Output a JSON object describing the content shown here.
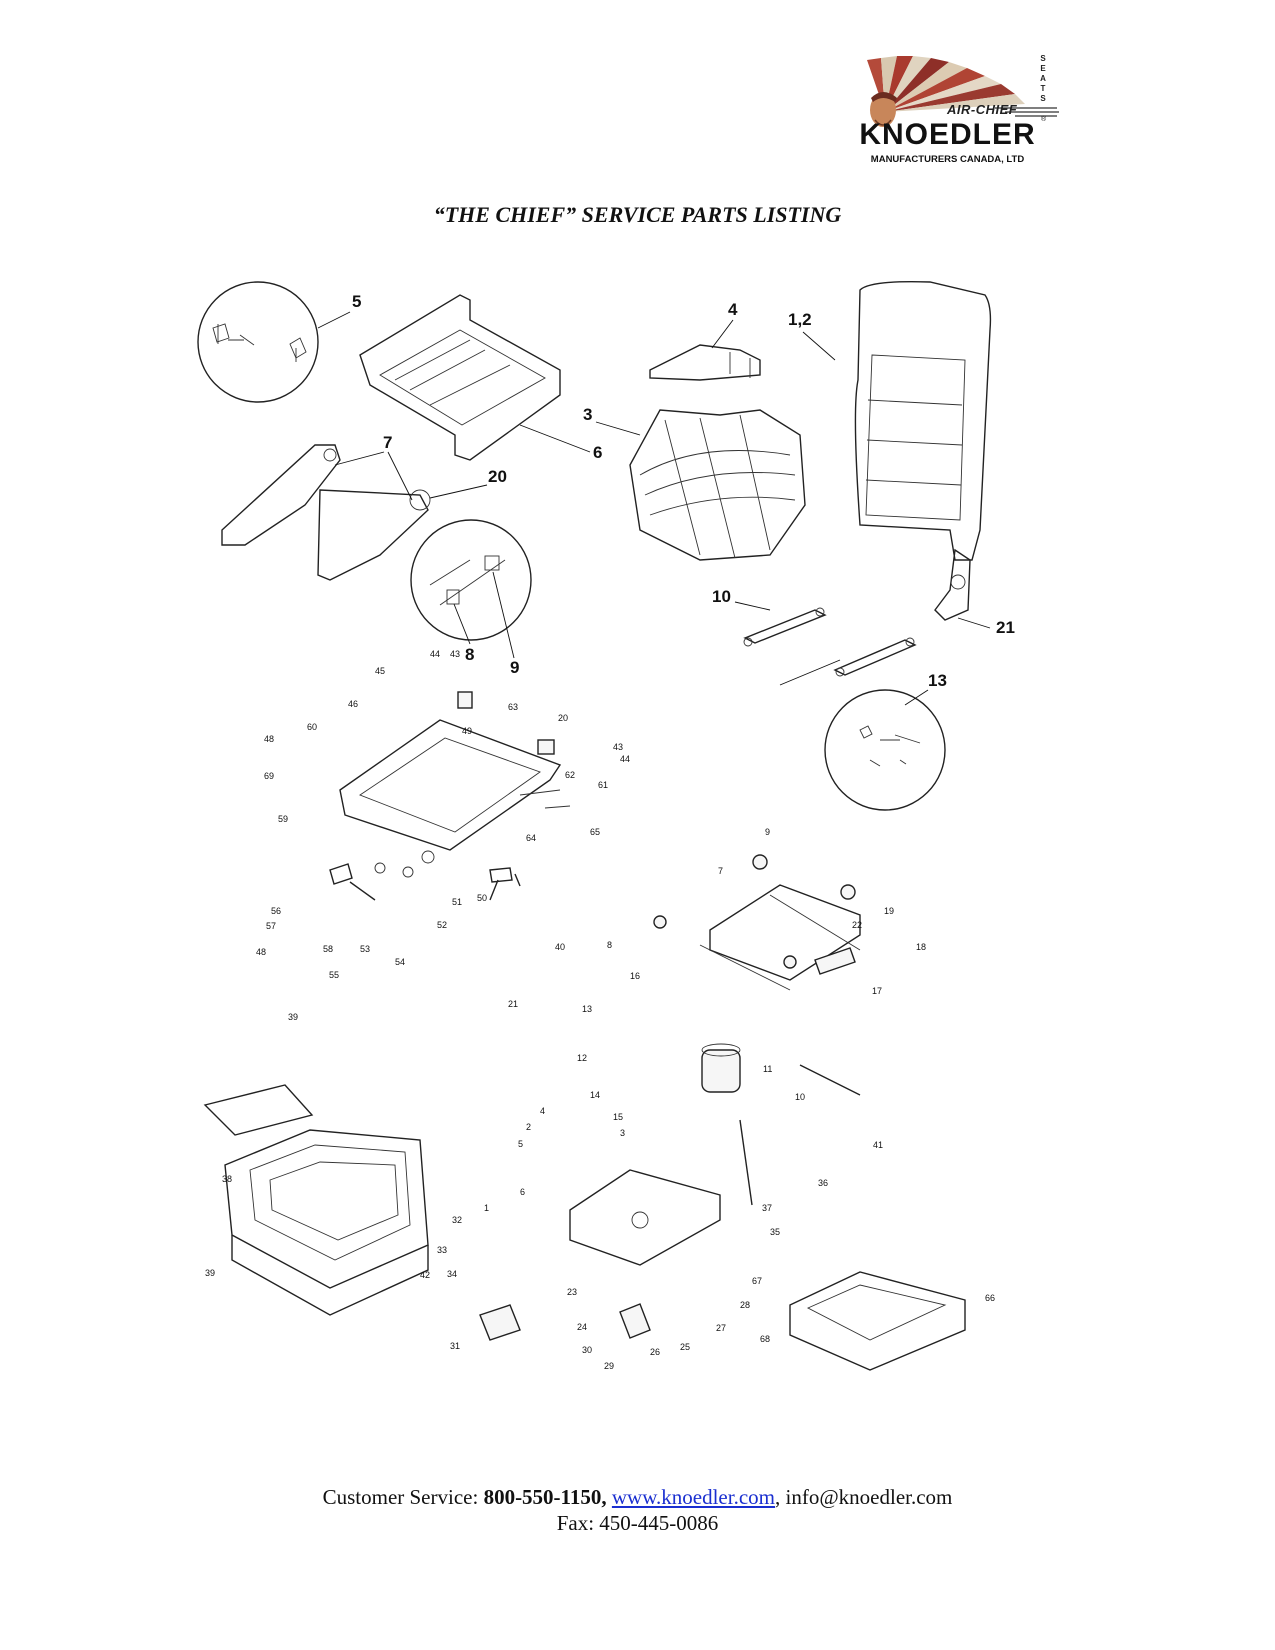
{
  "logo": {
    "seats_letters": [
      "S",
      "E",
      "A",
      "T",
      "S"
    ],
    "air_chief": "AIR-CHIEF",
    "registered": "®",
    "brand": "KNOEDLER",
    "subtitle": "MANUFACTURERS CANADA, LTD"
  },
  "title": "“THE CHIEF” SERVICE PARTS LISTING",
  "callouts": {
    "top_section": [
      "5",
      "4",
      "1,2",
      "3",
      "6",
      "7",
      "20",
      "8",
      "9",
      "10",
      "21",
      "13"
    ],
    "upper_slide_assembly": [
      "45",
      "44",
      "43",
      "46",
      "63",
      "20",
      "60",
      "49",
      "48",
      "43",
      "44",
      "69",
      "62",
      "61",
      "59",
      "64",
      "65",
      "50",
      "51",
      "56",
      "57",
      "48",
      "58",
      "53",
      "52",
      "54",
      "55"
    ],
    "suspension_assembly": [
      "9",
      "7",
      "22",
      "19",
      "18",
      "8",
      "17",
      "40",
      "21",
      "16",
      "13",
      "12",
      "11",
      "10",
      "14",
      "15"
    ],
    "base_assembly": [
      "39",
      "4",
      "2",
      "3",
      "5",
      "6",
      "36",
      "41",
      "38",
      "1",
      "37",
      "35",
      "32",
      "33",
      "34",
      "23",
      "28",
      "27",
      "67",
      "66",
      "24",
      "26",
      "25",
      "30",
      "29",
      "31",
      "68",
      "39",
      "42"
    ]
  },
  "footer": {
    "label": "Customer Service: ",
    "phone": "800-550-1150,",
    "website": "www.knoedler.com",
    "sep": ",",
    "email": " info@knoedler.com",
    "fax": "Fax: 450-445-0086"
  }
}
